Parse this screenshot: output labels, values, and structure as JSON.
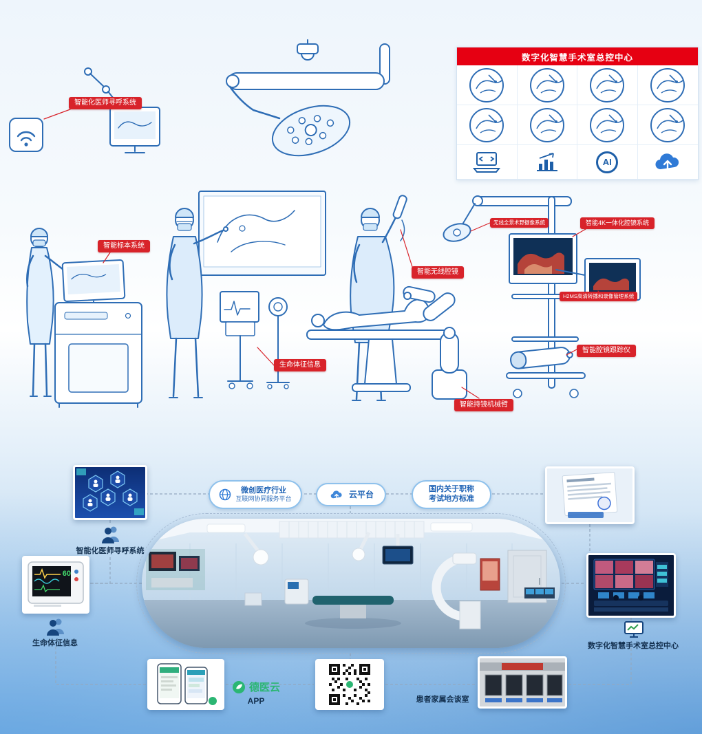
{
  "colors": {
    "callout_red": "#d8232a",
    "panel_red": "#e60012",
    "line_blue": "#2e6db5"
  },
  "scene": {
    "labels": {
      "paging": "智能化医师寻呼系统",
      "specimen": "智能标本系统",
      "panorama": "无线全景术野摄像系统",
      "endoscope4k": "智能4K一体化腔镜系统",
      "wireless_scope": "智能无线腔镜",
      "vitals": "生命体征信息",
      "recording": "H2MS高清转播和录像管理系统",
      "tracker": "智能腔镜跟踪仪",
      "robot": "智能持镜机械臂"
    },
    "panel": {
      "title": "数字化智慧手术室总控中心",
      "ai": "AI"
    }
  },
  "flow": {
    "platform": {
      "line1": "微创医疗行业",
      "line2": "互联网协同服务平台"
    },
    "cloud": "云平台",
    "standard": {
      "line1": "国内关于职称",
      "line2": "考试地方标准"
    },
    "paging": "智能化医师寻呼系统",
    "vitals": "生命体征信息",
    "control_center": "数字化智慧手术室总控中心",
    "brand": "德医云",
    "app": "APP",
    "family_room": "患者家属会谈室",
    "monitor_value": "60"
  }
}
